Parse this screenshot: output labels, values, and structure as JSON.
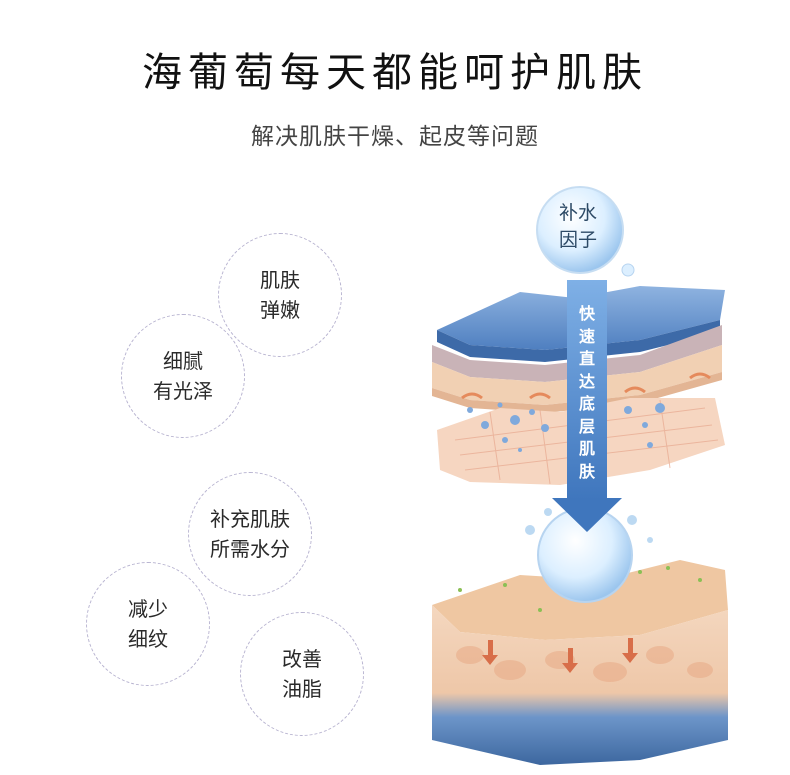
{
  "title": "海葡萄每天都能呵护肌肤",
  "subtitle": "解决肌肤干燥、起皮等问题",
  "benefits": [
    {
      "line1": "肌肤",
      "line2": "弹嫩"
    },
    {
      "line1": "细腻",
      "line2": "有光泽"
    },
    {
      "line1": "补充肌肤",
      "line2": "所需水分"
    },
    {
      "line1": "减少",
      "line2": "细纹"
    },
    {
      "line1": "改善",
      "line2": "油脂"
    }
  ],
  "illustration": {
    "drop_line1": "补水",
    "drop_line2": "因子",
    "arrow_chars": [
      "快",
      "速",
      "直",
      "达",
      "底",
      "层",
      "肌",
      "肤"
    ]
  },
  "colors": {
    "bubble_border": "#b9b5d1",
    "arrow": "#4f86c6",
    "skin": "#f2cdb0",
    "water_layer": "#4a78b5"
  }
}
